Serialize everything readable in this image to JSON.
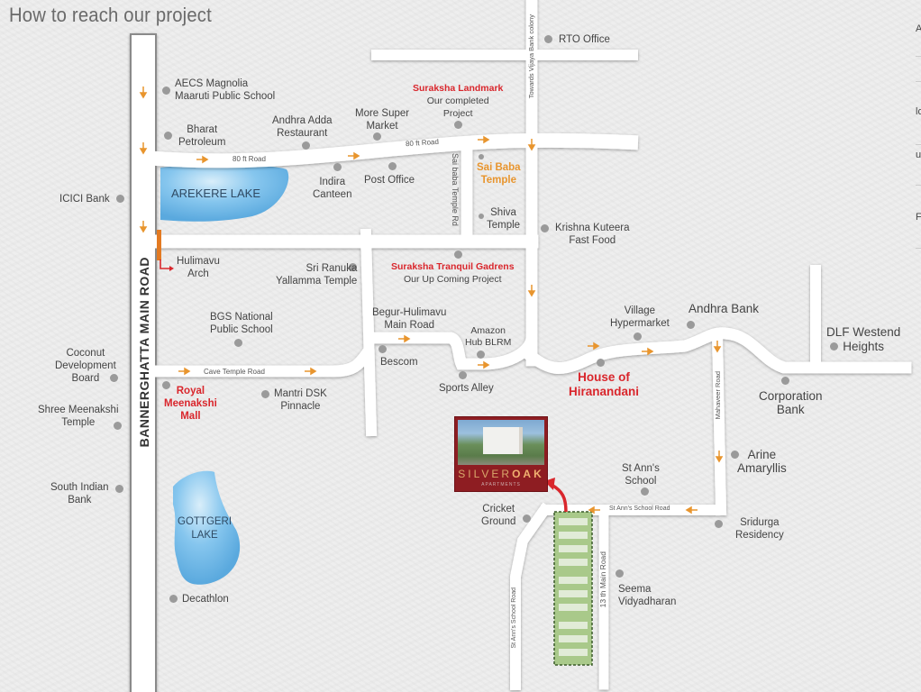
{
  "header": {
    "title": "How to reach our project"
  },
  "roads": {
    "main": "BANNERGHATTA MAIN ROAD",
    "eighty_ft_1": "80 ft Road",
    "eighty_ft_2": "80 ft Road",
    "sai_baba_temple_rd": "Sai baba Temple Rd",
    "towards_vijaya": "Towards Vijaya Bank colony",
    "cave_temple": "Cave Temple Road",
    "mahaveer": "Mahaveer Road",
    "st_anns_school_h": "St Ann's School Road",
    "st_anns_school_v": "St Ann's School Road",
    "thirteenth_main": "13 th Main Road"
  },
  "lakes": {
    "arekere": "AREKERE LAKE",
    "gottgeri_1": "GOTTGERI",
    "gottgeri_2": "LAKE"
  },
  "landmarks": {
    "rto": "RTO Office",
    "aecs_1": "AECS Magnolia",
    "aecs_2": "Maaruti Public School",
    "bharat_1": "Bharat",
    "bharat_2": "Petroleum",
    "andhra_adda_1": "Andhra Adda",
    "andhra_adda_2": "Restaurant",
    "more_1": "More Super",
    "more_2": "Market",
    "suraksha_landmark": "Suraksha Landmark",
    "suraksha_landmark_2": "Our completed",
    "suraksha_landmark_3": "Project",
    "indira_1": "Indira",
    "indira_2": "Canteen",
    "post_office": "Post Office",
    "sai_baba_1": "Sai Baba",
    "sai_baba_2": "Temple",
    "shiva_1": "Shiva",
    "shiva_2": "Temple",
    "krishna_1": "Krishna Kuteera",
    "krishna_2": "Fast Food",
    "icici": "ICICI Bank",
    "hulimavu_1": "Hulimavu",
    "hulimavu_2": "Arch",
    "ranuka_1": "Sri Ranuka",
    "ranuka_2": "Yallamma Temple",
    "tranquil": "Suraksha Tranquil Gadrens",
    "tranquil_2": "Our Up Coming Project",
    "bgs_1": "BGS National",
    "bgs_2": "Public School",
    "begur_1": "Begur-Hulimavu",
    "begur_2": "Main Road",
    "amazon_1": "Amazon",
    "amazon_2": "Hub BLRM",
    "bescom": "Bescom",
    "sports_alley": "Sports Alley",
    "coconut_1": "Coconut",
    "coconut_2": "Development",
    "coconut_3": "Board",
    "royal_1": "Royal",
    "royal_2": "Meenakshi",
    "royal_3": "Mall",
    "mantri_1": "Mantri DSK",
    "mantri_2": "Pinnacle",
    "meenakshi_temple_1": "Shree Meenakshi",
    "meenakshi_temple_2": "Temple",
    "village_1": "Village",
    "village_2": "Hypermarket",
    "andhra_bank": "Andhra Bank",
    "hiranandani_1": "House of",
    "hiranandani_2": "Hiranandani",
    "dlf_1": "DLF Westend",
    "dlf_2": "Heights",
    "corporation_1": "Corporation",
    "corporation_2": "Bank",
    "arine_1": "Arine",
    "arine_2": "Amaryllis",
    "st_anns_1": "St Ann's",
    "st_anns_2": "School",
    "cricket_1": "Cricket",
    "cricket_2": "Ground",
    "sridurga_1": "Sridurga",
    "sridurga_2": "Residency",
    "seema_1": "Seema",
    "seema_2": "Vidyadharan",
    "south_indian_1": "South Indian",
    "south_indian_2": "Bank",
    "decathlon": "Decathlon"
  },
  "project": {
    "brand_a": "SILVER",
    "brand_b": "OAK",
    "subtitle": "APARTMENTS"
  },
  "sidebar": {
    "items": [
      "A",
      "lo",
      "u",
      "F"
    ]
  },
  "colors": {
    "road": "#ffffff",
    "lake": "#6fb8e6",
    "arrow": "#e8952e",
    "highlight_red": "#d9262c",
    "plot_green": "#9cc07a"
  }
}
